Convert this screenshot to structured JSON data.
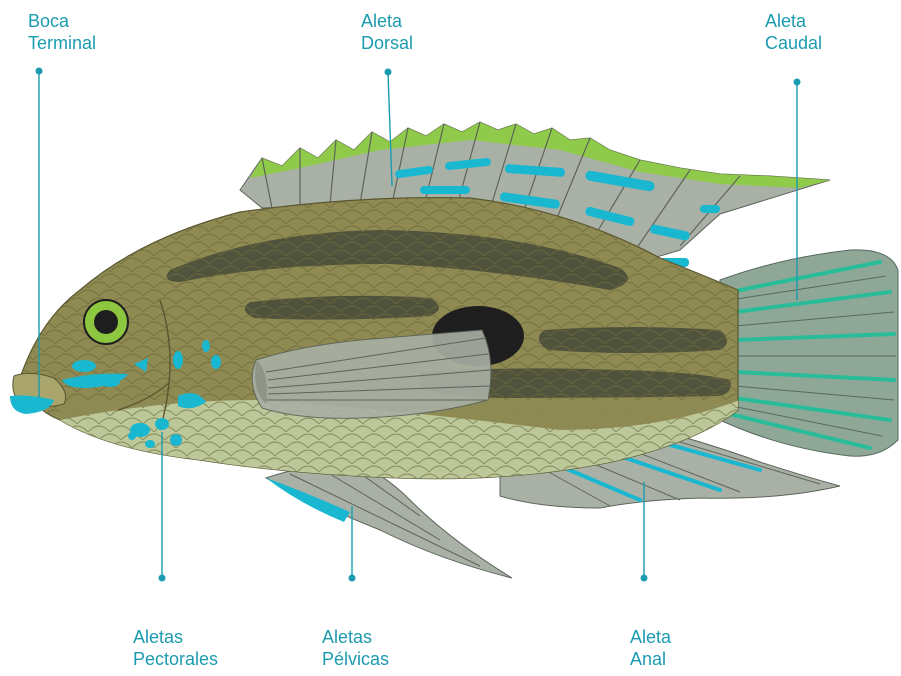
{
  "labels": {
    "boca": {
      "line1": "Boca",
      "line2": "Terminal"
    },
    "dorsal": {
      "line1": "Aleta",
      "line2": "Dorsal"
    },
    "caudal": {
      "line1": "Aleta",
      "line2": "Caudal"
    },
    "pectorales": {
      "line1": "Aletas",
      "line2": "Pectorales"
    },
    "pelvicas": {
      "line1": "Aletas",
      "line2": "Pélvicas"
    },
    "anal": {
      "line1": "Aleta",
      "line2": "Anal"
    }
  },
  "colors": {
    "accent": "#1b9bb0",
    "body": "#8f8a52",
    "belly": "#bdc89a",
    "stripe": "#4a4e3a",
    "fin_gray": "#a9b0a5",
    "fin_tip_green": "#8ccf3a",
    "fin_blue": "#19b8d0",
    "tail": "#8fa797",
    "tail_ray": "#1fbf9a",
    "eye_ring": "#8dc63f"
  }
}
